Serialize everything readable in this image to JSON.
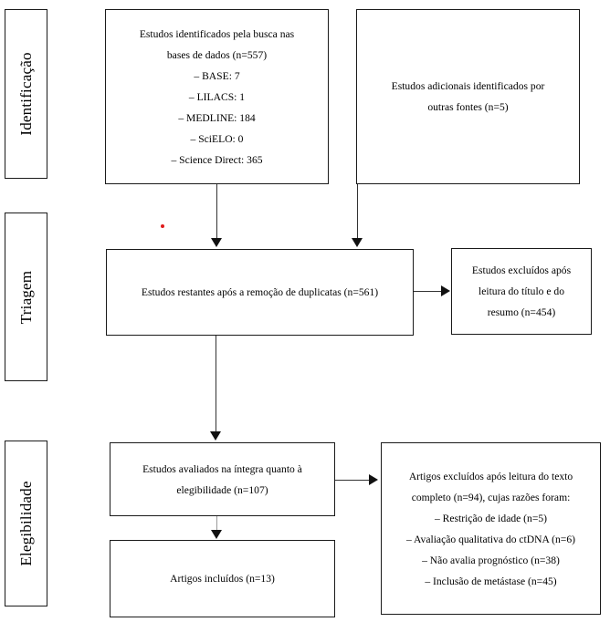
{
  "diagram": {
    "title": "PRISMA flow diagram",
    "language": "pt-BR",
    "accent_color": "#e01b1b",
    "line_color": "#333333",
    "border_color": "#1a1a1a"
  },
  "stages": [
    {
      "id": "identificacao",
      "label": "Identificação"
    },
    {
      "id": "triagem",
      "label": "Triagem"
    },
    {
      "id": "elegibilidade",
      "label": "Elegibilidade"
    }
  ],
  "boxes": {
    "identified_databases": {
      "name": "studies-identified-databases",
      "lines": [
        "Estudos identificados pela busca nas",
        "bases de dados (n=557)",
        "– BASE: 7",
        "– LILACS: 1",
        "– MEDLINE: 184",
        "– SciELO: 0",
        "– Science Direct: 365"
      ]
    },
    "identified_other_sources": {
      "name": "studies-identified-other-sources",
      "lines": [
        "Estudos adicionais identificados por",
        "outras fontes (n=5)"
      ]
    },
    "after_duplicates": {
      "name": "studies-after-duplicates",
      "lines": [
        "Estudos restantes após a remoção de duplicatas (n=561)"
      ]
    },
    "excluded_title_abstract": {
      "name": "studies-excluded-title-abstract",
      "lines": [
        "Estudos excluídos após",
        "leitura do título e do",
        "resumo (n=454)"
      ]
    },
    "full_text_assessed": {
      "name": "studies-assessed-full-text",
      "lines": [
        "Estudos avaliados na íntegra quanto à",
        "elegibilidade (n=107)"
      ]
    },
    "excluded_full_text": {
      "name": "articles-excluded-full-text",
      "lines": [
        "Artigos excluídos após leitura do texto",
        "completo (n=94), cujas razões foram:",
        "– Restrição de idade (n=5)",
        "– Avaliação qualitativa do ctDNA (n=6)",
        "– Não avalia prognóstico (n=38)",
        "– Inclusão de metástase (n=45)"
      ]
    },
    "included": {
      "name": "articles-included",
      "lines": [
        "Artigos incluídos (n=13)"
      ]
    }
  },
  "counts": {
    "identified_databases_total": 557,
    "base": 7,
    "lilacs": 1,
    "medline": 184,
    "scielo": 0,
    "science_direct": 365,
    "other_sources": 5,
    "after_duplicates": 561,
    "excluded_title_abstract": 454,
    "full_text_assessed": 107,
    "excluded_full_text": 94,
    "excluded_age_restriction": 5,
    "excluded_qualitative_ctdna": 6,
    "excluded_no_prognosis": 38,
    "excluded_metastasis": 45,
    "included": 13
  }
}
